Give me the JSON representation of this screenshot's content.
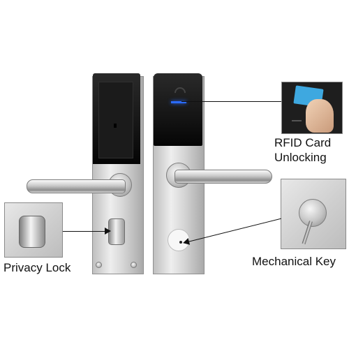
{
  "labels": {
    "rfid_line1": "RFID Card",
    "rfid_line2": "Unlocking",
    "privacy": "Privacy Lock",
    "mechanical": "Mechanical Key"
  },
  "colors": {
    "reader_black": "#111111",
    "led_blue": "#2a6bff",
    "steel": "#d0d0d0",
    "card_blue": "#3ea8e0"
  }
}
